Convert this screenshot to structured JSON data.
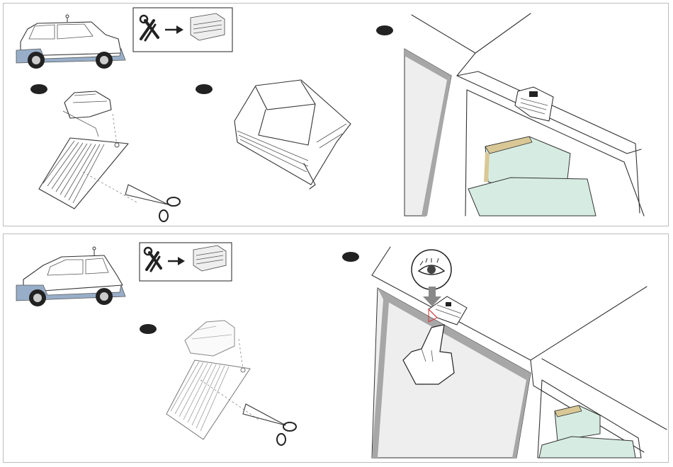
{
  "figure": {
    "panels": [
      {
        "id": "top",
        "vehicle": "car-hatchback",
        "tools": [
          "pliers-icon",
          "wrench-icon",
          "arrow-right-icon",
          "clip-part-icon"
        ],
        "steps": [
          {
            "label": "",
            "content": "strip-cut-with-scissors"
          },
          {
            "label": "",
            "content": "clip-detail-enlarged"
          },
          {
            "label": "",
            "content": "clip-on-rear-window-interior"
          }
        ]
      },
      {
        "id": "bottom",
        "vehicle": "car-hatchback",
        "tools": [
          "pliers-icon",
          "wrench-icon",
          "arrow-right-icon",
          "clip-part-icon"
        ],
        "steps": [
          {
            "label": "",
            "content": "strip-cut-with-scissors"
          },
          {
            "label": "",
            "content": "inspect-and-press-clip-on-window"
          }
        ]
      }
    ],
    "colors": {
      "fender": "#98aec8",
      "seat": "#d6ece2",
      "headrest": "#d9c895",
      "glass": "#eeeeee",
      "frame": "#a7a7a7",
      "badge": "#222222"
    }
  }
}
